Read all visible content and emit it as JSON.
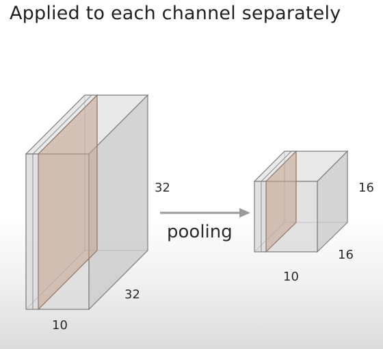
{
  "title": "Applied to each channel separately",
  "input_volume": {
    "height_label": "32",
    "width_label": "32",
    "depth_label": "10"
  },
  "arrow": {
    "label": "pooling"
  },
  "output_volume": {
    "height_label": "16",
    "width_label": "16",
    "depth_label": "10"
  },
  "colors": {
    "block_face": "#d9d9d9",
    "block_top": "#e7e7e7",
    "block_side": "#c9c9c9",
    "channel_slice": "#cfb5a4",
    "edge": "#7a7a7a",
    "arrow": "#9a9a9a"
  }
}
